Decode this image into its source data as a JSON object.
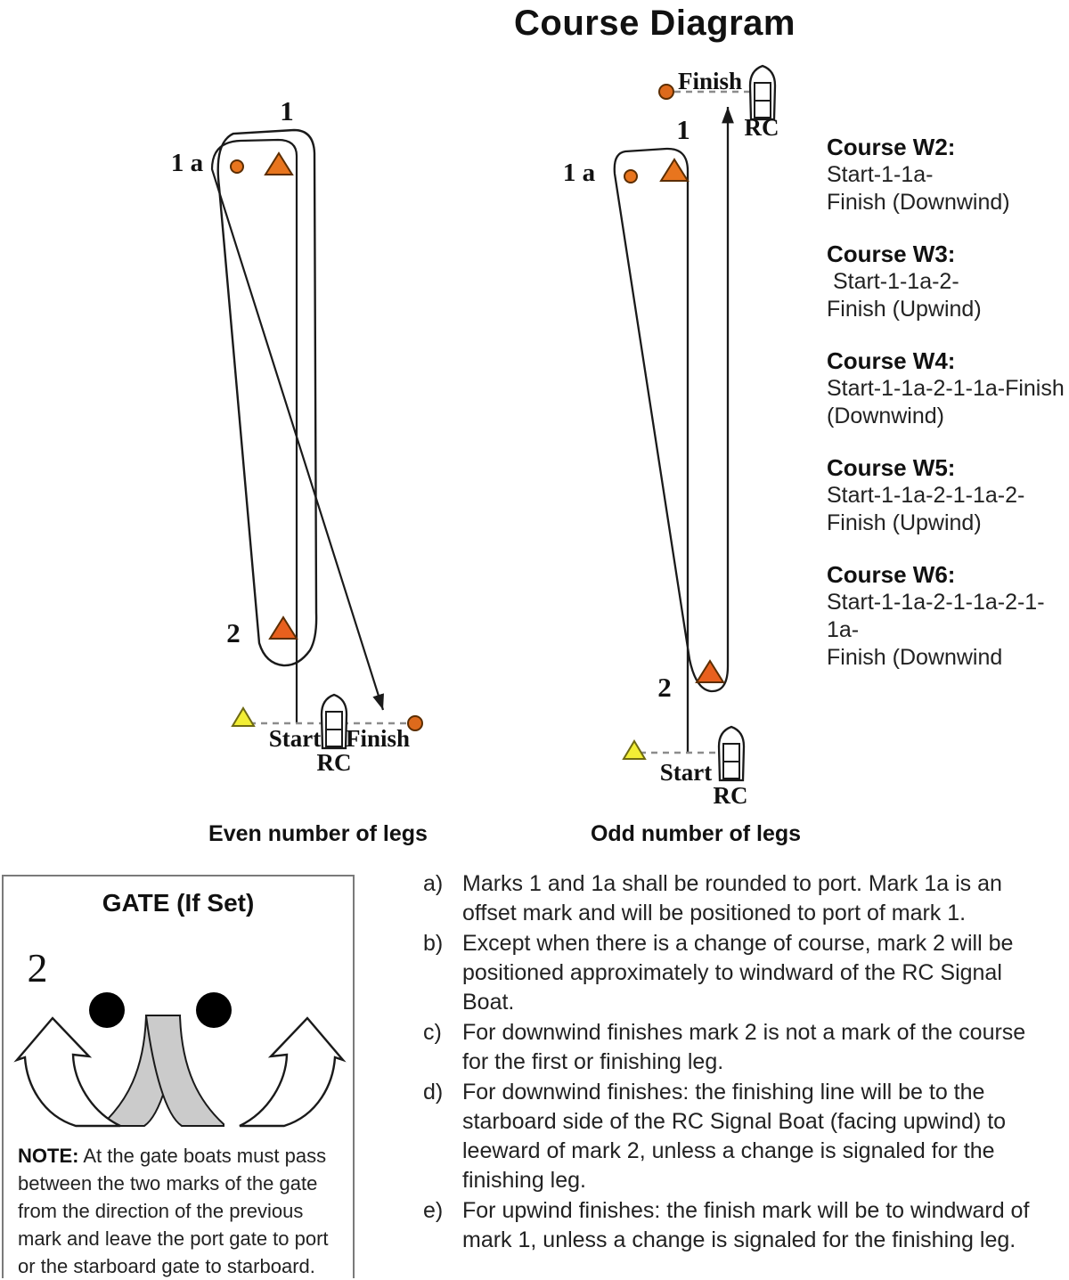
{
  "title": "Course Diagram",
  "diagrams": {
    "even": {
      "caption": "Even number of legs",
      "labels": {
        "mark1": "1",
        "mark1a": "1 a",
        "mark2": "2",
        "start": "Start",
        "finish": "Finish",
        "rc": "RC"
      }
    },
    "odd": {
      "caption": "Odd number of legs",
      "labels": {
        "mark1": "1",
        "mark1a": "1 a",
        "mark2": "2",
        "start": "Start",
        "finish": "Finish",
        "rc_finish": "RC",
        "rc_start": "RC"
      }
    }
  },
  "courses": [
    {
      "name": "Course W2:",
      "lines": [
        "Start-1-1a-",
        "Finish (Downwind)"
      ]
    },
    {
      "name": "Course W3:",
      "lines": [
        " Start-1-1a-2-",
        "Finish (Upwind)"
      ]
    },
    {
      "name": "Course W4:",
      "lines": [
        "Start-1-1a-2-1-1a-Finish",
        "(Downwind)"
      ]
    },
    {
      "name": "Course W5:",
      "lines": [
        "Start-1-1a-2-1-1a-2-",
        "Finish (Upwind)"
      ]
    },
    {
      "name": "Course W6:",
      "lines": [
        "Start-1-1a-2-1-1a-2-1-",
        "1a-",
        "Finish (Downwind"
      ]
    }
  ],
  "gate": {
    "title": "GATE (If Set)",
    "mark_label": "2",
    "note_label": "NOTE:",
    "note_text": " At the gate boats must pass between the two marks of the gate from the direction of the previous mark and leave the port gate to port or the starboard gate to starboard."
  },
  "notes": [
    {
      "letter": "a)",
      "text": "Marks 1 and 1a shall be rounded to port. Mark 1a is an offset mark and will be positioned to port of mark 1."
    },
    {
      "letter": "b)",
      "text": "Except when there is a change of course, mark 2 will be positioned approximately to windward of the RC Signal Boat."
    },
    {
      "letter": "c)",
      "text": "For downwind finishes mark 2 is not a mark of the course for the first or finishing leg."
    },
    {
      "letter": "d)",
      "text": "For downwind finishes: the finishing line will be to the starboard side of the RC Signal Boat (facing upwind) to leeward of mark 2, unless a change is signaled for the finishing leg."
    },
    {
      "letter": "e)",
      "text": "For upwind finishes: the finish mark will be to windward of mark 1, unless a change is signaled for the finishing leg."
    }
  ],
  "colors": {
    "mark_orange": "#E8751E",
    "mark_orange_stroke": "#5b2d00",
    "start_yellow": "#F2EE35",
    "start_yellow_stroke": "#6e6a12",
    "gate_band_gray": "#CBCBCB",
    "dashed_line_gray": "#8c8c8c",
    "course_line_black": "#1a1a1a"
  }
}
